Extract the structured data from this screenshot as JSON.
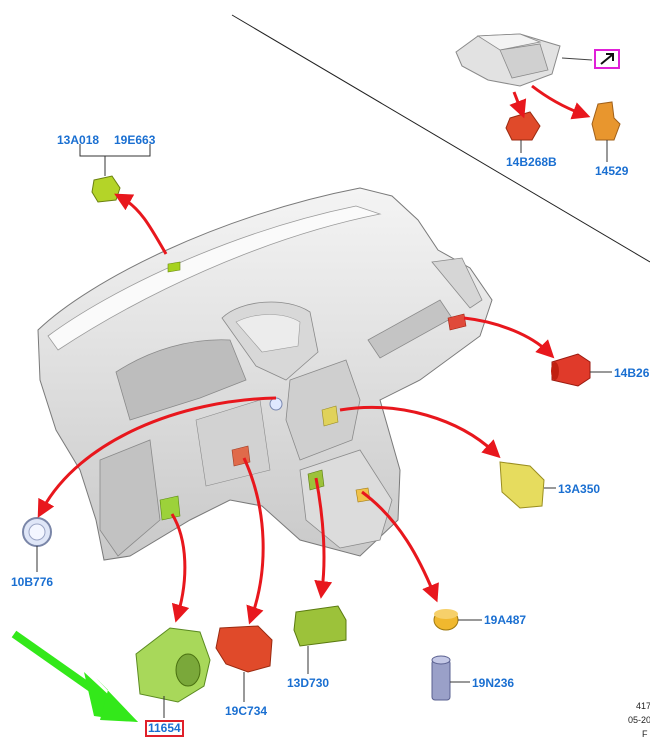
{
  "callouts": {
    "c13A018": "13A018",
    "c19E663": "19E663",
    "c14B268B": "14B268B",
    "c14529": "14529",
    "c14B26": "14B26",
    "c13A350": "13A350",
    "c10B776": "10B776",
    "c19A487": "19A487",
    "c19N236": "19N236",
    "c13D730": "13D730",
    "c19C734": "19C734",
    "c11654": "11654"
  },
  "footer": {
    "line1": "417",
    "line2": "05-20",
    "line3": "F"
  },
  "colors": {
    "callout_text": "#1a6fd1",
    "arrow": "#e8171d",
    "highlight_arrow": "#33e81a",
    "highlight_box": "#e0202a",
    "link_box": "#e020d8"
  },
  "icons": {
    "link": "arrow-up-right-icon"
  }
}
